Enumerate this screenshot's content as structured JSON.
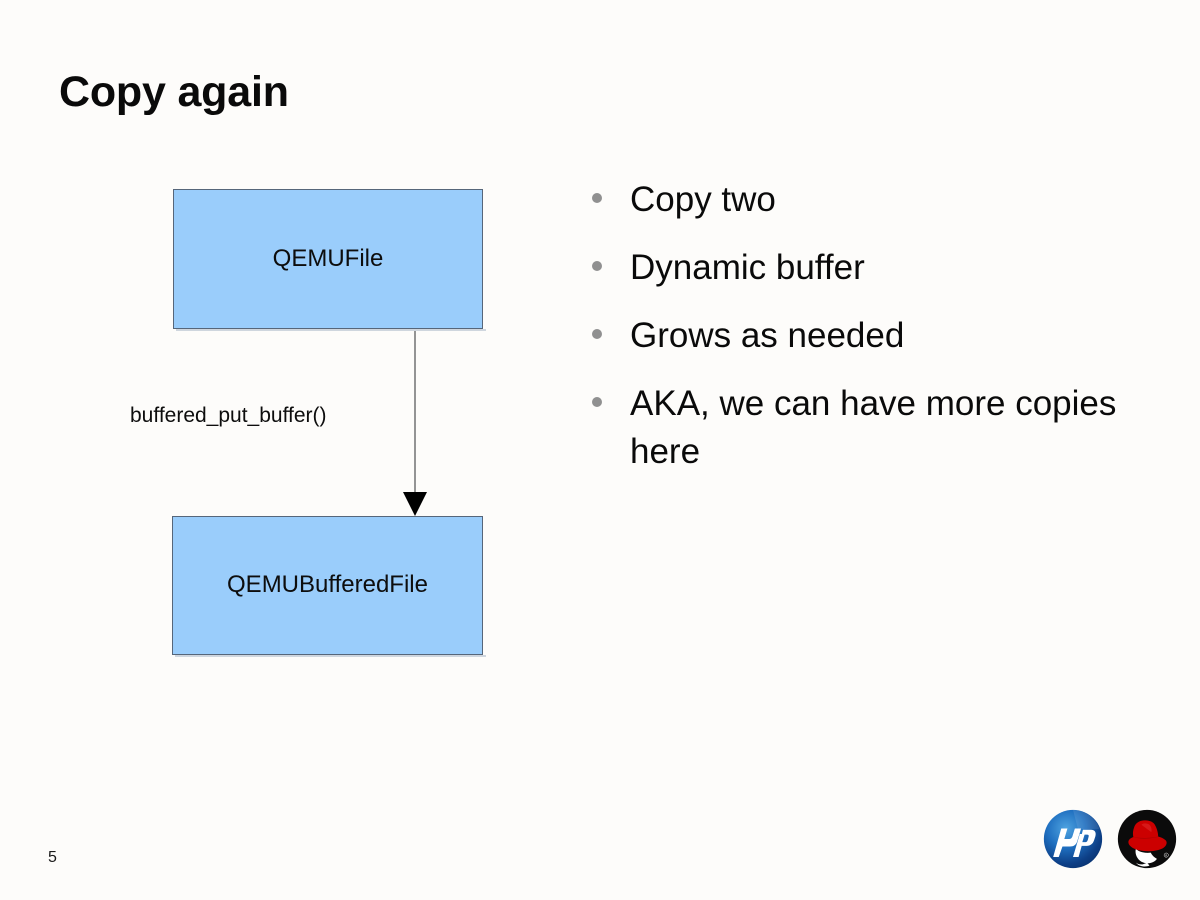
{
  "slide": {
    "title": "Copy again",
    "page_number": "5",
    "background_color": "#fdfcfa"
  },
  "diagram": {
    "node_fill_color": "#9acdfb",
    "node_border_color": "#56667a",
    "nodes": [
      {
        "id": "qemufile",
        "label": "QEMUFile"
      },
      {
        "id": "qemubufferedfile",
        "label": "QEMUBufferedFile"
      }
    ],
    "edges": [
      {
        "from": "qemufile",
        "to": "qemubufferedfile",
        "label": "buffered_put_buffer()",
        "line_color": "#7a7a7a",
        "arrowhead_color": "#000000"
      }
    ]
  },
  "bullets": {
    "dot_color": "#909090",
    "items": [
      {
        "text": "Copy two"
      },
      {
        "text": "Dynamic buffer"
      },
      {
        "text": "Grows as needed"
      },
      {
        "text": "AKA, we can have more copies here"
      }
    ]
  },
  "logos": [
    {
      "name": "hp-logo",
      "alt": "hp",
      "primary_color": "#1a5fa8"
    },
    {
      "name": "red-hat-logo",
      "alt": "Red Hat",
      "primary_color": "#cc0000"
    }
  ]
}
